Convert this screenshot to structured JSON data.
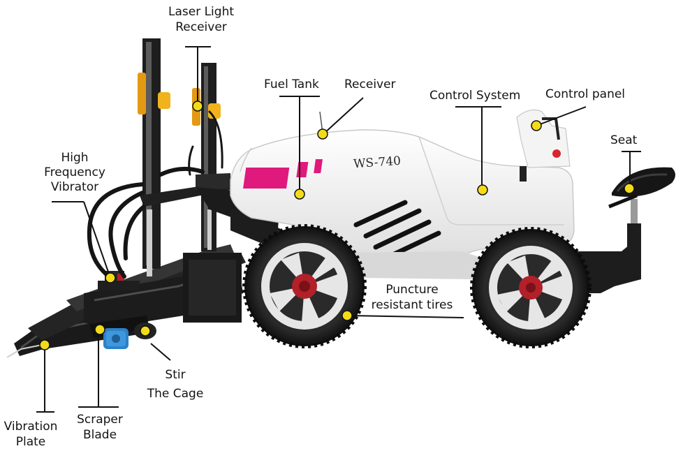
{
  "labels": {
    "laser_receiver": [
      "Laser Light",
      "Receiver"
    ],
    "fuel_tank": "Fuel Tank",
    "receiver": "Receiver",
    "control_system": "Control System",
    "control_panel": "Control panel",
    "seat": "Seat",
    "hf_vibrator": [
      "High",
      "Frequency",
      "Vibrator"
    ],
    "tires": [
      "Puncture",
      "resistant tires"
    ],
    "stir_cage": [
      "Stir",
      "The Cage"
    ],
    "vibration_plate": [
      "Vibration",
      "Plate"
    ],
    "scraper_blade": [
      "Scraper",
      "Blade"
    ]
  },
  "machine": {
    "model": "WS-740"
  },
  "colors": {
    "body": "#f3f3f3",
    "frame": "#1c1c1c",
    "accent": "#e0197d",
    "marker": "#f2dc1a",
    "hub": "#b2202a",
    "motor": "#2b82c9"
  }
}
